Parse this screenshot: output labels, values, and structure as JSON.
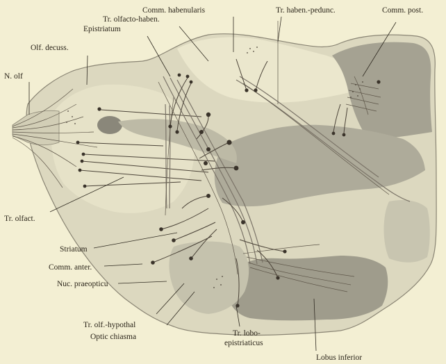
{
  "labels": {
    "comm_habenularis": "Comm. habenularis",
    "tr_olfacto_haben": "Tr. olfacto-haben.",
    "epistriatum": "Epistriatum",
    "tr_haben_pedunc": "Tr. haben.-pedunc.",
    "comm_post": "Comm. post.",
    "olf_decuss": "Olf. decuss.",
    "n_olf": "N. olf",
    "tr_olfact": "Tr. olfact.",
    "striatum": "Striatum",
    "comm_anter": "Comm. anter.",
    "nuc_praeopticu": "Nuc. praeopticu",
    "tr_olf_hypothal": "Tr. olf.-hypothal",
    "optic_chiasma": "Optic chiasma",
    "tr_lobo_1": "Tr. lobo-",
    "tr_lobo_2": "epistriaticus",
    "lobus_inferior": "Lobus inferior"
  },
  "colors": {
    "background": "#f3efd3",
    "outer_region": "#dcd8bf",
    "light_region": "#ebe7cd",
    "mid_region": "#b9b6a3",
    "dark_region": "#9c9a8a",
    "ink": "#2a2419"
  }
}
